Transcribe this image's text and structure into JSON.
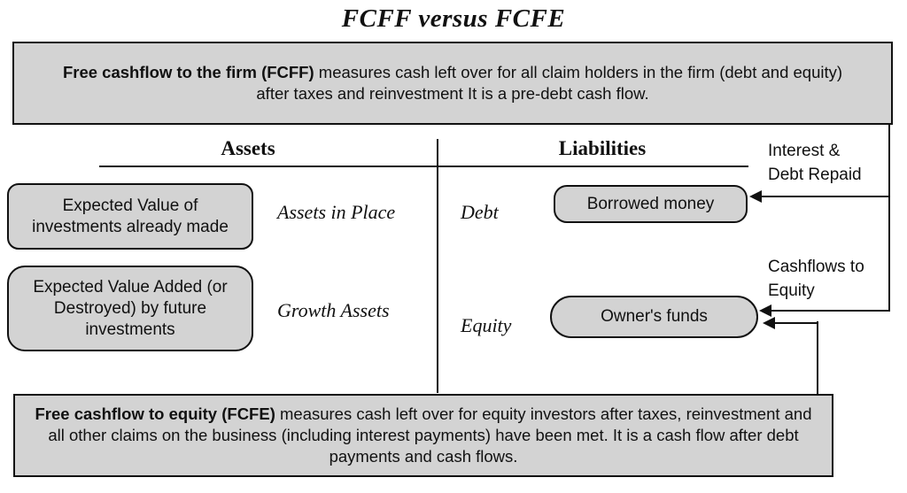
{
  "title": "FCFF versus FCFE",
  "colors": {
    "box_fill": "#d3d3d3",
    "line": "#111111",
    "background": "#ffffff"
  },
  "fcff_box": {
    "bold": "Free cashflow to the firm (FCFF)",
    "text": " measures cash left over for all claim holders in the firm (debt and equity) after taxes and reinvestment It is a pre-debt cash flow."
  },
  "fcfe_box": {
    "bold": "Free cashflow to equity (FCFE)",
    "text": " measures cash left over for equity investors after taxes, reinvestment and all other claims on the business (including interest payments) have been met. It is a cash flow after debt payments and cash flows."
  },
  "balance_sheet": {
    "assets_header": "Assets",
    "liabilities_header": "Liabilities",
    "boxes": {
      "investments_made": "Expected Value of investments already made",
      "future_investments": "Expected Value Added (or Destroyed) by future investments",
      "borrowed_money": "Borrowed money",
      "owners_funds": "Owner's funds"
    },
    "labels": {
      "assets_in_place": "Assets in Place",
      "debt": "Debt",
      "growth_assets": "Growth Assets",
      "equity": "Equity"
    }
  },
  "annotations": {
    "interest_debt_repaid": "Interest &\nDebt Repaid",
    "cashflows_to_equity": "Cashflows to\nEquity"
  }
}
